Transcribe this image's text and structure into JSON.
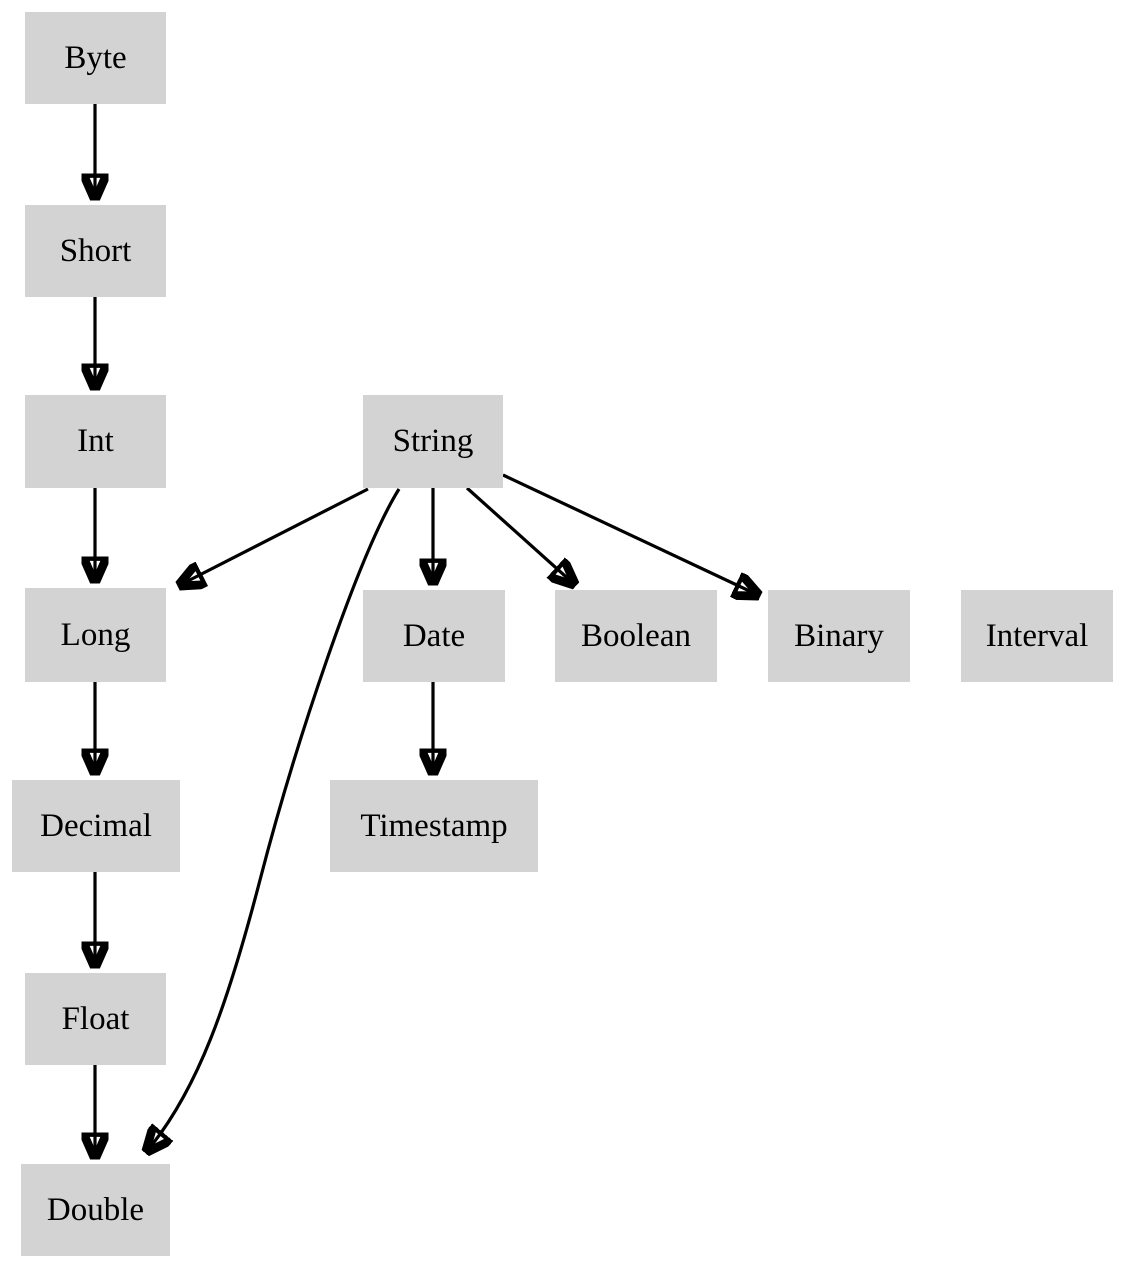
{
  "diagram": {
    "kind": "directed-graph",
    "description": "Type coercion / precedence diagram",
    "node_fill_color": "#d3d3d3",
    "node_text_color": "#000000",
    "edge_color": "#000000",
    "background_color": "#ffffff",
    "nodes": [
      {
        "id": "byte",
        "label": "Byte"
      },
      {
        "id": "short",
        "label": "Short"
      },
      {
        "id": "int",
        "label": "Int"
      },
      {
        "id": "string",
        "label": "String"
      },
      {
        "id": "long",
        "label": "Long"
      },
      {
        "id": "date",
        "label": "Date"
      },
      {
        "id": "boolean",
        "label": "Boolean"
      },
      {
        "id": "binary",
        "label": "Binary"
      },
      {
        "id": "interval",
        "label": "Interval"
      },
      {
        "id": "decimal",
        "label": "Decimal"
      },
      {
        "id": "timestamp",
        "label": "Timestamp"
      },
      {
        "id": "float",
        "label": "Float"
      },
      {
        "id": "double",
        "label": "Double"
      }
    ],
    "edges": [
      {
        "from": "Byte",
        "to": "Short"
      },
      {
        "from": "Short",
        "to": "Int"
      },
      {
        "from": "Int",
        "to": "Long"
      },
      {
        "from": "Long",
        "to": "Decimal"
      },
      {
        "from": "Decimal",
        "to": "Float"
      },
      {
        "from": "Float",
        "to": "Double"
      },
      {
        "from": "String",
        "to": "Long"
      },
      {
        "from": "String",
        "to": "Date"
      },
      {
        "from": "String",
        "to": "Boolean"
      },
      {
        "from": "String",
        "to": "Binary"
      },
      {
        "from": "String",
        "to": "Double"
      },
      {
        "from": "Date",
        "to": "Timestamp"
      }
    ]
  }
}
